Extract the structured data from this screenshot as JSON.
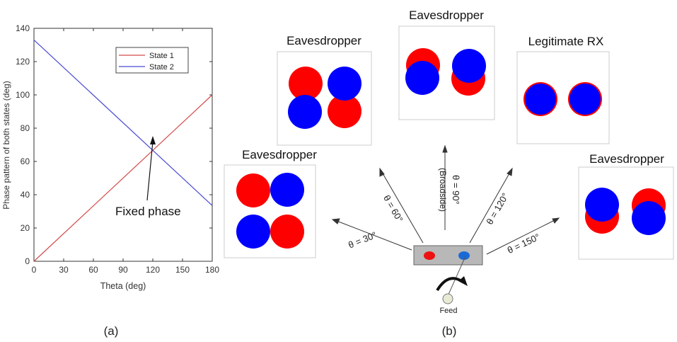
{
  "chart_data": {
    "type": "line",
    "x": [
      0,
      180
    ],
    "series": [
      {
        "name": "State 1",
        "values": [
          0,
          100
        ],
        "color": "#d44b4b"
      },
      {
        "name": "State 2",
        "values": [
          133,
          33.5
        ],
        "color": "#4b4bd4"
      }
    ],
    "xlabel": "Theta (deg)",
    "ylabel": "Phase pattern of both states (deg)",
    "xlim": [
      0,
      180
    ],
    "ylim": [
      0,
      140
    ],
    "xticks": [
      0,
      30,
      60,
      90,
      120,
      150,
      180
    ],
    "yticks": [
      0,
      20,
      40,
      60,
      80,
      100,
      120,
      140
    ],
    "grid": false,
    "legend_position": "top-right",
    "annotation": {
      "text": "Fixed phase",
      "x": 120,
      "y": 66.7
    }
  },
  "panel_a_label": "(a)",
  "panel_b_label": "(b)",
  "diagram": {
    "constellations": [
      {
        "id": "theta-30",
        "title": "Eavesdropper",
        "angle_label": "θ = 30°",
        "angle_deg": 30,
        "pattern": "checker"
      },
      {
        "id": "theta-60",
        "title": "Eavesdropper",
        "angle_label": "θ = 60°",
        "angle_deg": 60,
        "pattern": "checker"
      },
      {
        "id": "theta-90",
        "title": "Eavesdropper",
        "angle_label": "θ = 90°",
        "angle_sublabel": "(Broadside)",
        "angle_deg": 90,
        "pattern": "overlap"
      },
      {
        "id": "theta-120",
        "title": "Legitimate RX",
        "angle_label": "θ = 120°",
        "angle_deg": 120,
        "pattern": "merged"
      },
      {
        "id": "theta-150",
        "title": "Eavesdropper",
        "angle_label": "θ = 150°",
        "angle_deg": 150,
        "pattern": "overlap-low"
      }
    ],
    "feed_label": "Feed",
    "colors": {
      "state1": "#ff0000",
      "state2": "#0000ff",
      "antenna": "#b8b8b8"
    }
  }
}
